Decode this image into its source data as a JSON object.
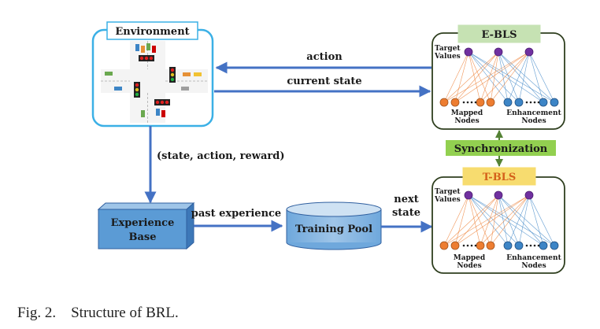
{
  "caption": "Fig. 2.    Structure of BRL.",
  "environment": {
    "title": "Environment"
  },
  "arrows": {
    "action": "action",
    "current_state": "current state",
    "state_action_reward": "(state, action, reward)",
    "past_experience": "past experience",
    "next_state_line1": "next",
    "next_state_line2": "state"
  },
  "experience_base": {
    "line1": "Experience",
    "line2": "Base"
  },
  "training_pool": {
    "label": "Training Pool"
  },
  "synchronization": {
    "label": "Synchronization"
  },
  "e_bls": {
    "title": "E-BLS",
    "target_line1": "Target",
    "target_line2": "Values",
    "mapped_line1": "Mapped",
    "mapped_line2": "Nodes",
    "enh_line1": "Enhancement",
    "enh_line2": "Nodes"
  },
  "t_bls": {
    "title": "T-BLS",
    "target_line1": "Target",
    "target_line2": "Values",
    "mapped_line1": "Mapped",
    "mapped_line2": "Nodes",
    "enh_line1": "Enhancement",
    "enh_line2": "Nodes"
  },
  "colors": {
    "arrow_blue": "#4472c4",
    "env_border": "#3bb0e6",
    "panel_border": "#2f3f1f",
    "e_bls_header": "#c6e2b3",
    "t_bls_header": "#f7dc6f",
    "t_bls_text": "#d4601a",
    "sync_fill": "#92d050",
    "sync_arrow": "#548235",
    "mapped_node": "#ed7d31",
    "enh_node": "#3d85c6",
    "target_node": "#7030a0",
    "box_blue": "#5b9bd5"
  }
}
